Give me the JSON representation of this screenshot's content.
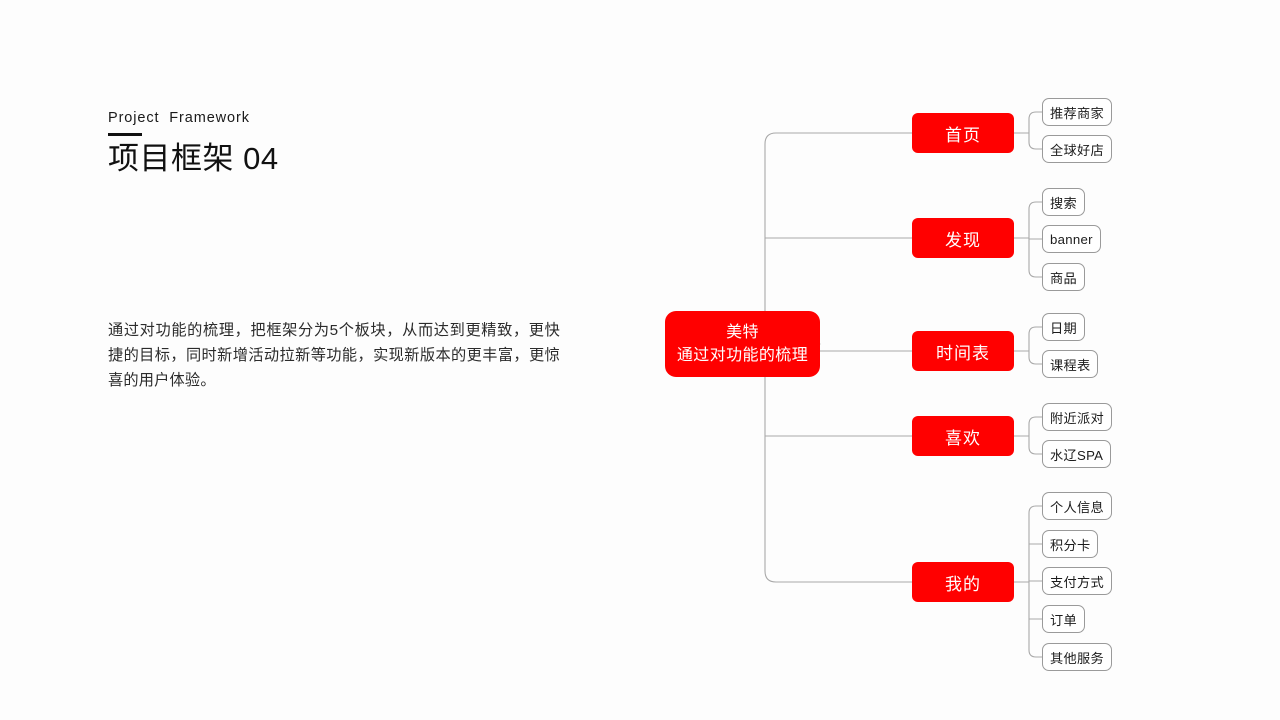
{
  "slide": {
    "background_color": "#fdfdfd",
    "eyebrow": "Project  Framework",
    "title": "项目框架 04",
    "paragraph": "通过对功能的梳理，把框架分为5个板块，从而达到更精致，更快捷的目标，同时新增活动拉新等功能，实现新版本的更丰富，更惊喜的用户体验。"
  },
  "theme": {
    "accent_color": "#FF0000",
    "node_text_color": "#FFFFFF",
    "leaf_border_color": "#9A9A9A",
    "edge_color": "#A9A9A9"
  },
  "mindmap": {
    "root": {
      "line1": "美特",
      "line2": "通过对功能的梳理"
    },
    "branches": [
      {
        "label": "首页",
        "leaves": [
          "推荐商家",
          "全球好店"
        ]
      },
      {
        "label": "发现",
        "leaves": [
          "搜索",
          "banner",
          "商品"
        ]
      },
      {
        "label": "时间表",
        "leaves": [
          "日期",
          "课程表"
        ]
      },
      {
        "label": "喜欢",
        "leaves": [
          "附近派对",
          "水辽SPA"
        ]
      },
      {
        "label": "我的",
        "leaves": [
          "个人信息",
          "积分卡",
          "支付方式",
          "订单",
          "其他服务"
        ]
      }
    ]
  }
}
